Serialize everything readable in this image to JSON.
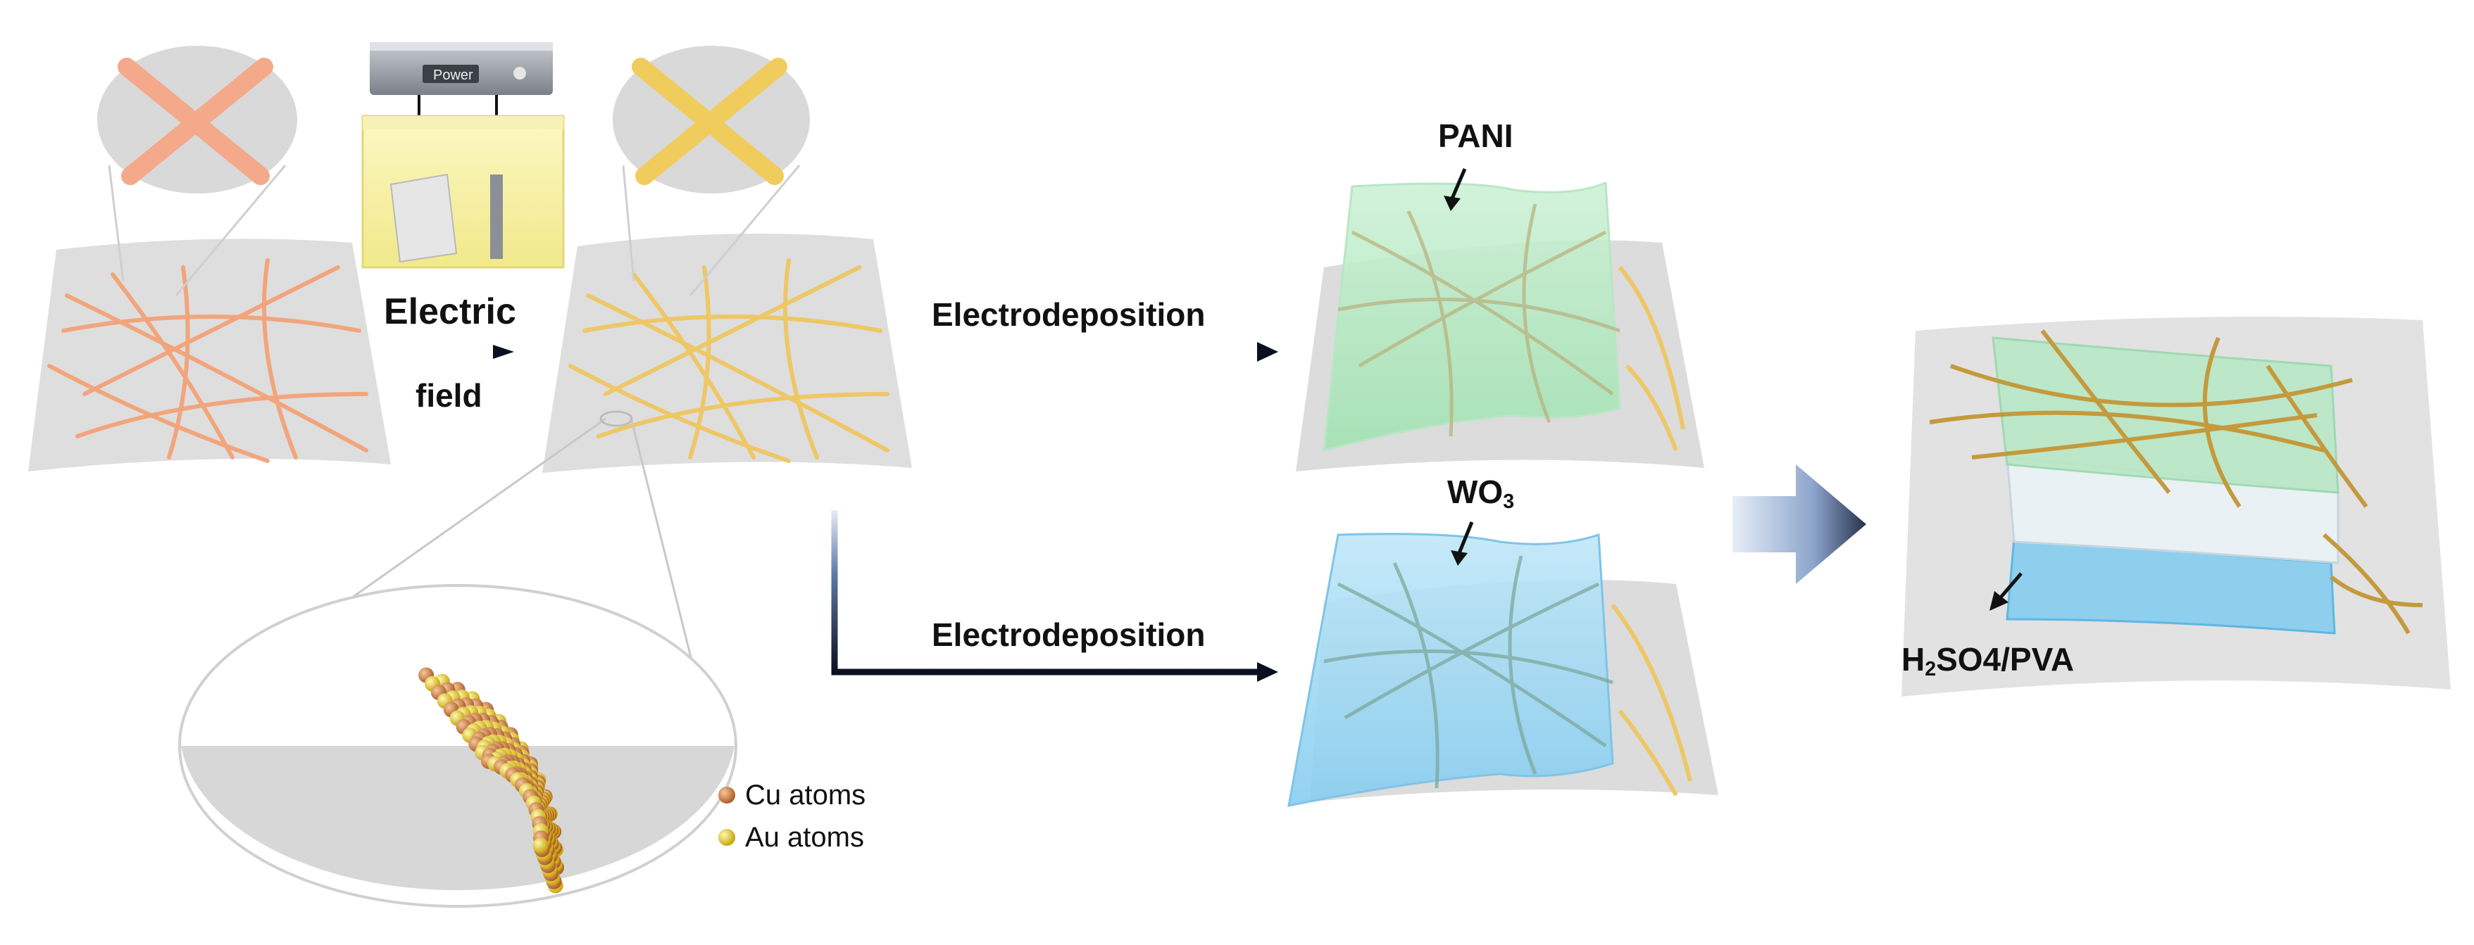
{
  "power_supply": {
    "label": "Power"
  },
  "step1": {
    "line1": "Electric",
    "line2": "field"
  },
  "top_branch": {
    "label": "Electrodeposition",
    "layer": "PANI"
  },
  "bottom_branch": {
    "label": "Electrodeposition",
    "layer_base": "WO",
    "layer_sub": "3"
  },
  "legend": {
    "cu": "Cu atoms",
    "au": "Au atoms"
  },
  "device": {
    "electrolyte_main": "H",
    "electrolyte_sub": "2",
    "electrolyte_rest": "SO4/PVA"
  },
  "colors": {
    "copper": "#f2a57c",
    "gold": "#eec766",
    "pani": "#b7ebc6",
    "wo3": "#9fd8f3",
    "substrate": "#dcdcdc"
  }
}
